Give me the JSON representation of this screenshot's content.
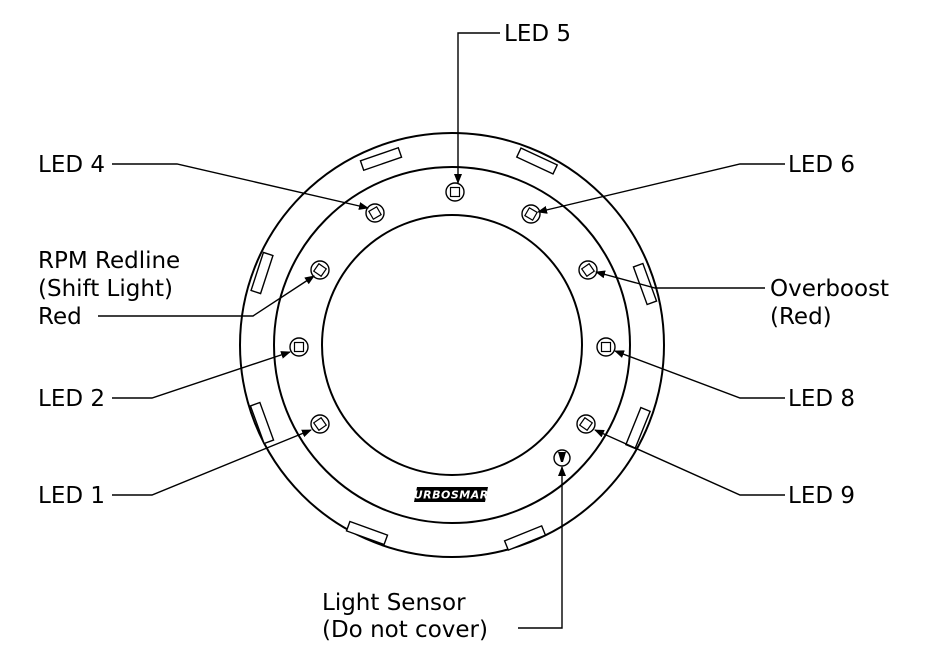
{
  "labels": {
    "led5": "LED 5",
    "led4": "LED 4",
    "led6": "LED 6",
    "rpm_line1": "RPM Redline",
    "rpm_line2": "(Shift Light)",
    "rpm_line3": "Red",
    "overboost_line1": "Overboost",
    "overboost_line2": "(Red)",
    "led2": "LED 2",
    "led8": "LED 8",
    "led1": "LED 1",
    "led9": "LED 9",
    "sensor_line1": "Light Sensor",
    "sensor_line2": "(Do not cover)"
  },
  "logo_text": "TURBOSMART",
  "colors": {
    "line": "#000000",
    "background": "#ffffff"
  }
}
